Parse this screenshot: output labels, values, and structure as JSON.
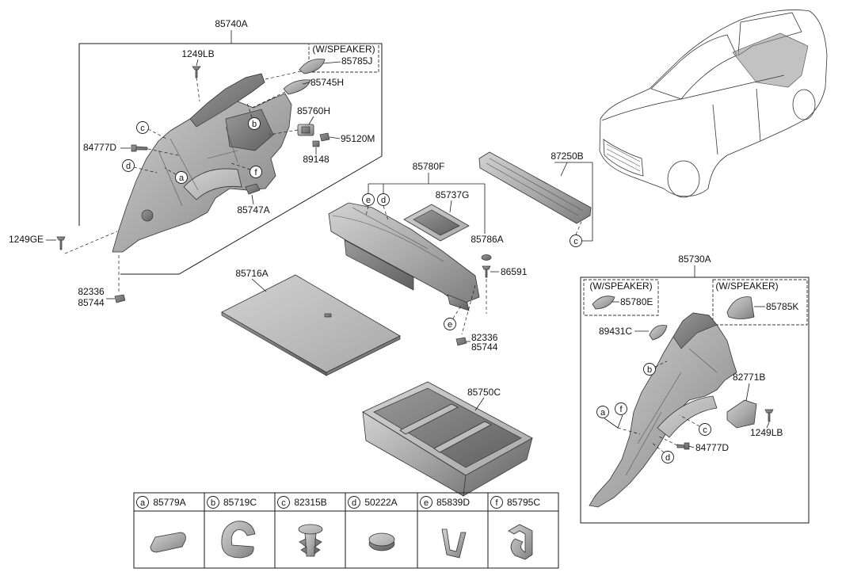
{
  "colors": {
    "outline": "#1a1a1a",
    "part": "#a8a8a8",
    "part_dark": "#7d7d7d",
    "part_light": "#d2d2d2",
    "background": "#ffffff"
  },
  "left_trim": {
    "assembly_no": "85740A",
    "speaker_note": "(W/SPEAKER)",
    "speaker_cover_no": "85785J",
    "top_screw_no": "1249LB",
    "upper_cover_no": "85745H",
    "hook_no": "85760H",
    "hook_screw_no": "95120M",
    "hook_clip_no": "89148",
    "bolt_no": "84777D",
    "lower_cover_no": "85747A",
    "screw_no": "1249GE",
    "fastener_nos": [
      "82336",
      "85744"
    ],
    "callouts": [
      "c",
      "b",
      "d",
      "a",
      "f"
    ]
  },
  "center": {
    "tray_assembly_no": "85780F",
    "tray_callouts": [
      "e",
      "d"
    ],
    "insert_no": "85737G",
    "sill_plate_no": "87250B",
    "sill_callout": "c",
    "cap_no": "85786A",
    "screw_no": "86591",
    "board_no": "85716A",
    "lower_callout": "e",
    "fastener_nos": [
      "82336",
      "85744"
    ],
    "under_tray_no": "85750C"
  },
  "right_trim": {
    "assembly_no": "85730A",
    "speaker_note_left": "(W/SPEAKER)",
    "speaker_cover_left_no": "85780E",
    "speaker_note_right": "(W/SPEAKER)",
    "speaker_cover_right_no": "85785K",
    "cover_no": "89431C",
    "bracket_no": "82771B",
    "screw_no": "1249LB",
    "bolt_no": "84777D",
    "callouts": [
      "b",
      "a",
      "f",
      "c",
      "d"
    ]
  },
  "legend": [
    {
      "letter": "a",
      "part_no": "85779A"
    },
    {
      "letter": "b",
      "part_no": "85719C"
    },
    {
      "letter": "c",
      "part_no": "82315B"
    },
    {
      "letter": "d",
      "part_no": "50222A"
    },
    {
      "letter": "e",
      "part_no": "85839D"
    },
    {
      "letter": "f",
      "part_no": "85795C"
    }
  ]
}
